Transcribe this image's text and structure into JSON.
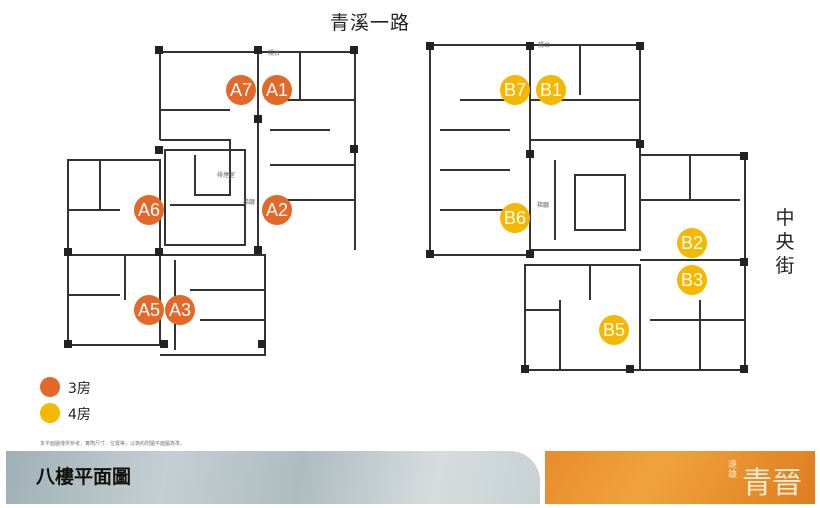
{
  "roads": {
    "top": "青溪一路",
    "right": "中央街"
  },
  "units": [
    {
      "id": "A7",
      "type": "3房"
    },
    {
      "id": "A1",
      "type": "3房"
    },
    {
      "id": "A6",
      "type": "3房"
    },
    {
      "id": "A2",
      "type": "3房"
    },
    {
      "id": "A5",
      "type": "3房"
    },
    {
      "id": "A3",
      "type": "3房"
    },
    {
      "id": "B7",
      "type": "4房"
    },
    {
      "id": "B1",
      "type": "4房"
    },
    {
      "id": "B6",
      "type": "4房"
    },
    {
      "id": "B2",
      "type": "4房"
    },
    {
      "id": "B3",
      "type": "4房"
    },
    {
      "id": "B5",
      "type": "4房"
    }
  ],
  "plan_labels": {
    "balcony": "陽台",
    "lobby": "梯廳",
    "smoke_room": "排煙室"
  },
  "legend": [
    {
      "label": "3房",
      "color": "#e2692a"
    },
    {
      "label": "4房",
      "color": "#f5b800"
    }
  ],
  "colors": {
    "three_room": "#e2692a",
    "four_room": "#f5b800"
  },
  "note": "本平面圖僅供參考，實際尺寸、位置等，以簽約附圖平面圖為準。",
  "banner": {
    "title": "八樓平面圖",
    "brand": "青晉",
    "brand_sub": "遠雄"
  }
}
